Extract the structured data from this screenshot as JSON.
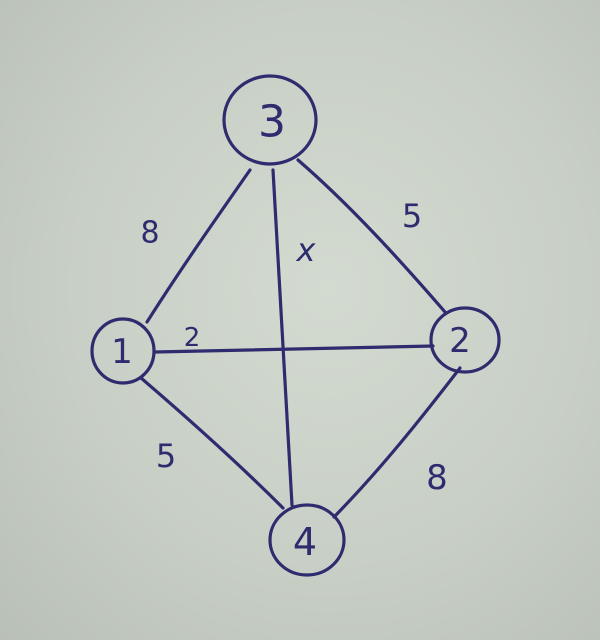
{
  "nodes": [
    {
      "id": "1",
      "label": "1"
    },
    {
      "id": "2",
      "label": "2"
    },
    {
      "id": "3",
      "label": "3"
    },
    {
      "id": "4",
      "label": "4"
    }
  ],
  "edges": [
    {
      "from": "1",
      "to": "3",
      "weight": "8"
    },
    {
      "from": "3",
      "to": "2",
      "weight": "5"
    },
    {
      "from": "3",
      "to": "4",
      "weight": "x"
    },
    {
      "from": "1",
      "to": "2",
      "weight": "2"
    },
    {
      "from": "1",
      "to": "4",
      "weight": "5"
    },
    {
      "from": "2",
      "to": "4",
      "weight": "8"
    }
  ]
}
